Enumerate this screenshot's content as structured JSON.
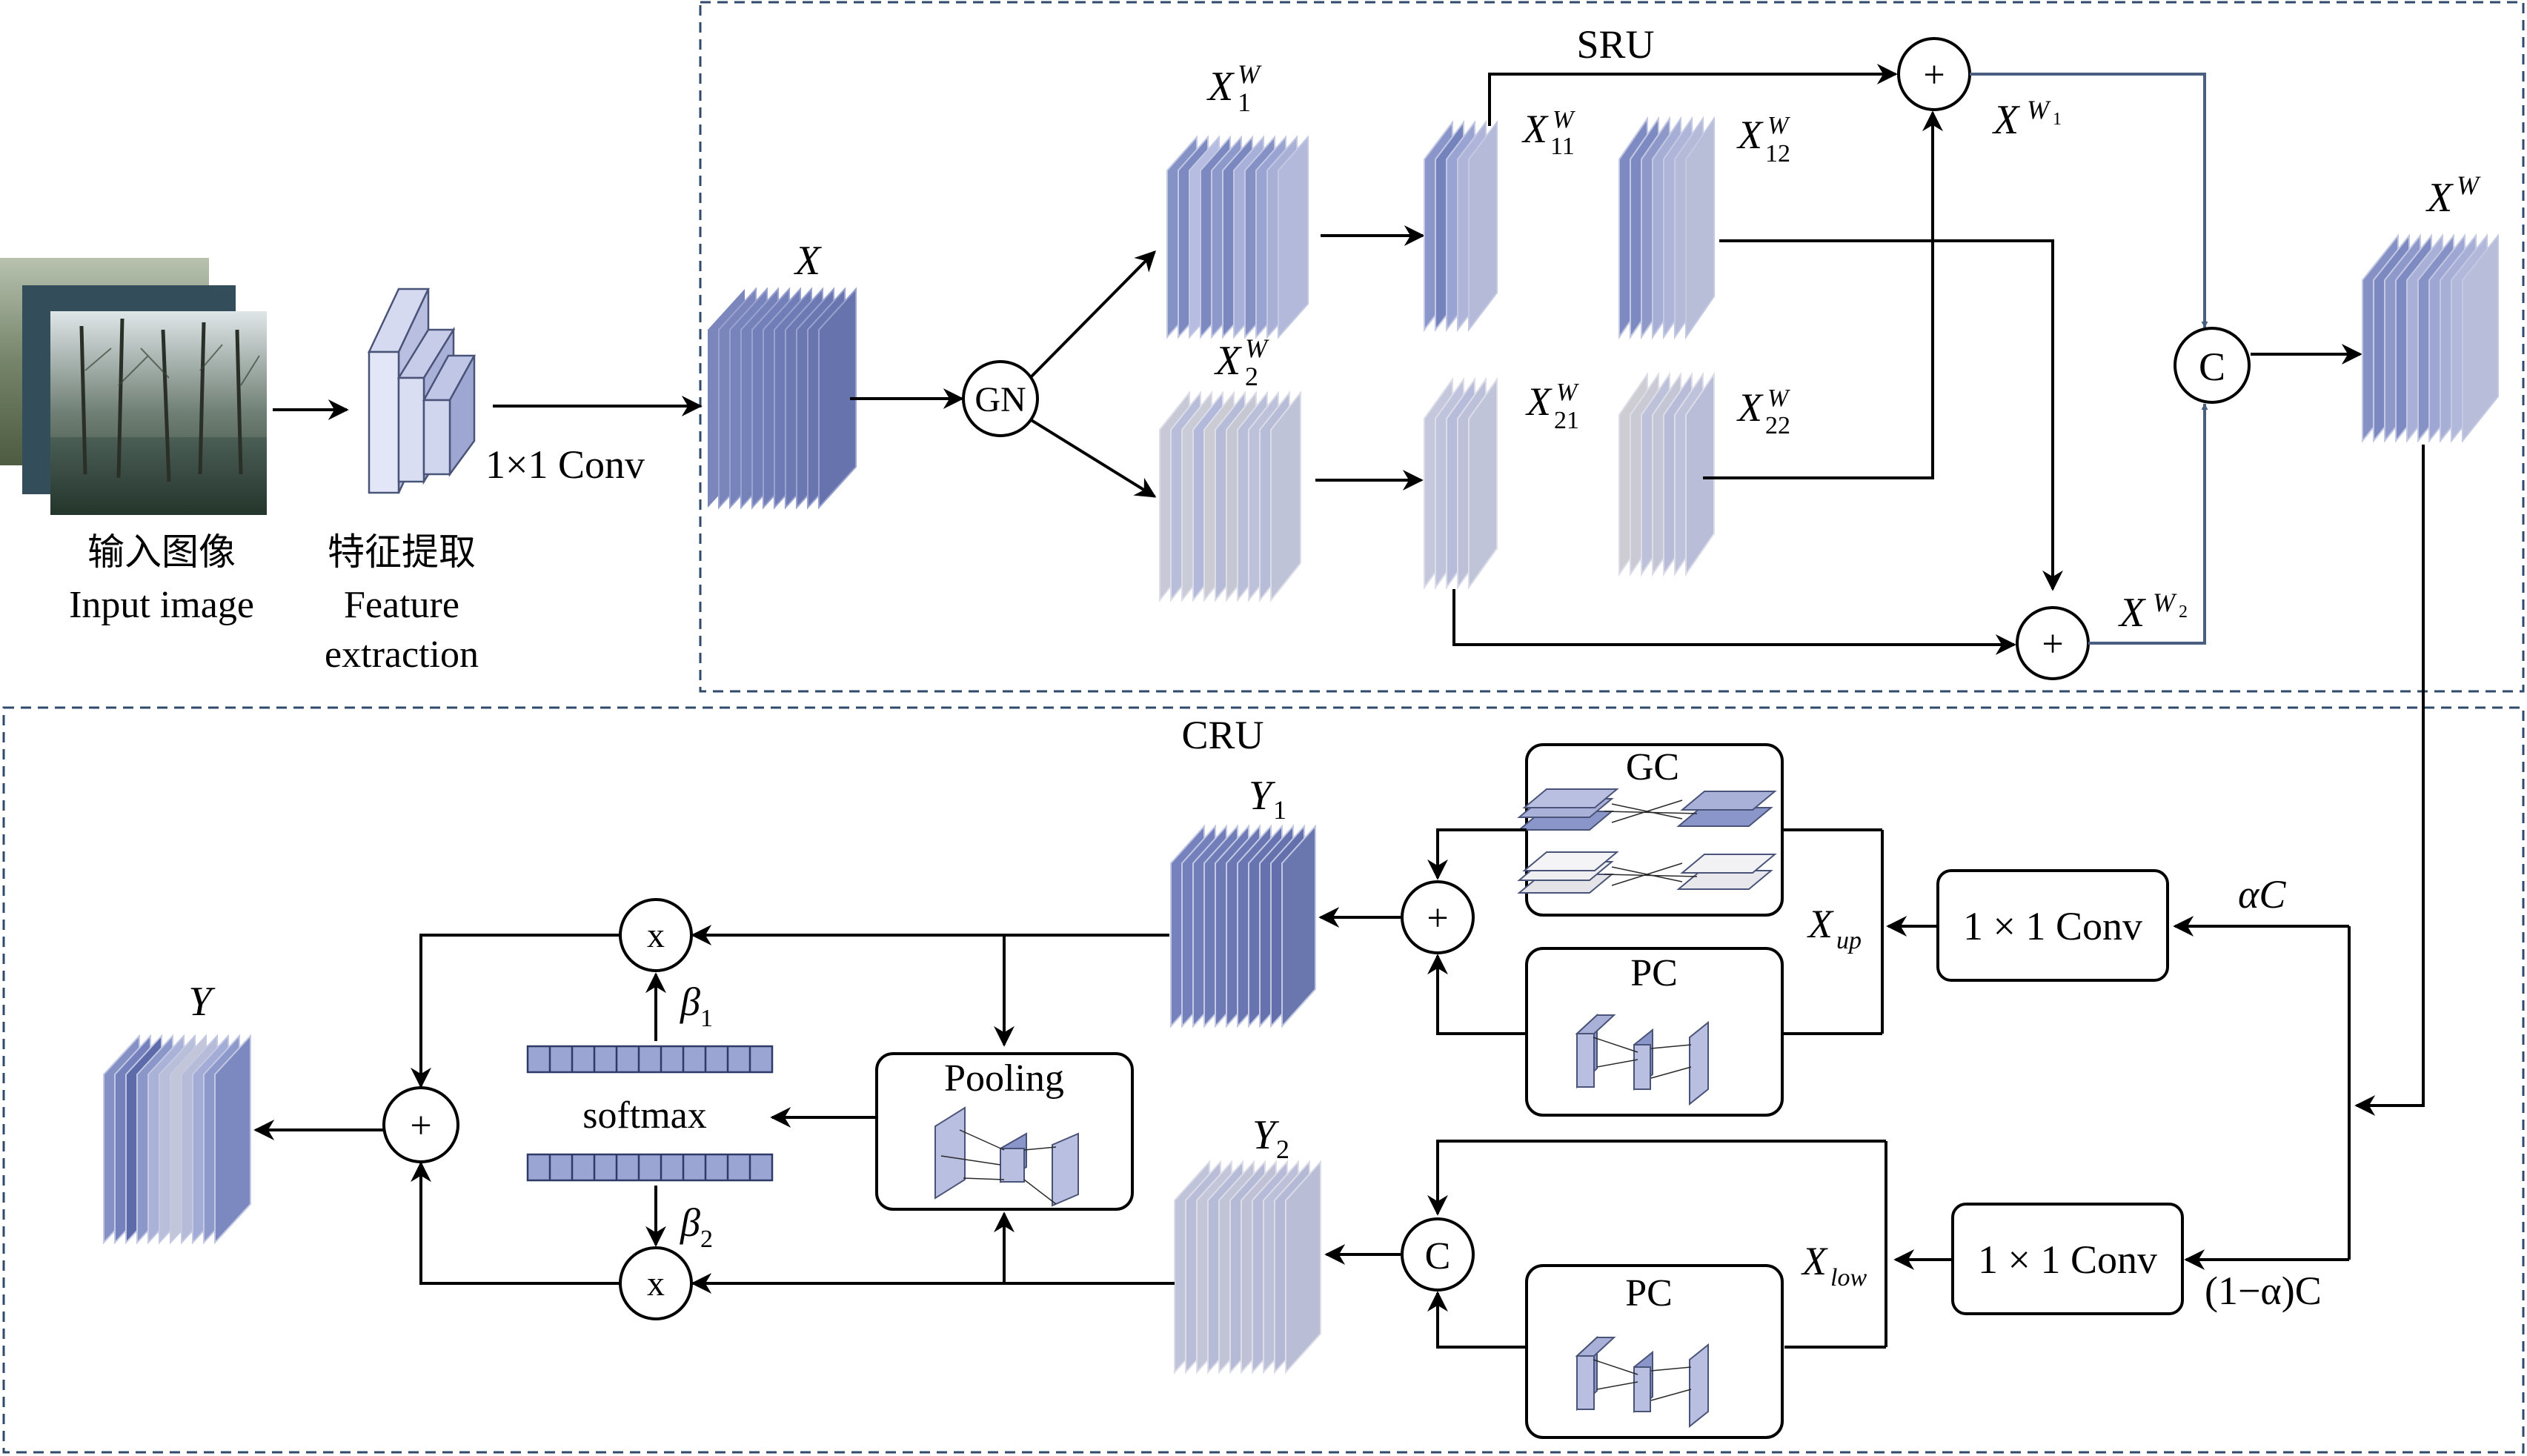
{
  "input": {
    "cn_label": "输入图像",
    "en_label": "Input image"
  },
  "feature": {
    "cn_label": "特征提取",
    "en_label_1": "Feature",
    "en_label_2": "extraction",
    "conv_label": "1×1 Conv"
  },
  "sru": {
    "title": "SRU",
    "x_label": "X",
    "gn_label": "GN",
    "x1w_label": "X",
    "x1w_sup": "W",
    "x1w_sub": "1",
    "x2w_label": "X",
    "x2w_sup": "W",
    "x2w_sub": "2",
    "x11_label": "X",
    "x11_sup": "W",
    "x11_sub": "11",
    "x12_label": "X",
    "x12_sup": "W",
    "x12_sub": "12",
    "x21_label": "X",
    "x21_sup": "W",
    "x21_sub": "21",
    "x22_label": "X",
    "x22_sup": "W",
    "x22_sub": "22",
    "plus_symbol": "+",
    "xw1_label": "X",
    "xw1_sup": "W",
    "xw1_sup_sub": "1",
    "xw2_label": "X",
    "xw2_sup": "W",
    "xw2_sup_sub": "2",
    "concat_symbol": "C",
    "xw_label": "X",
    "xw_sup": "W"
  },
  "cru": {
    "title": "CRU",
    "gc_label": "GC",
    "pc_label": "PC",
    "pc_label_2": "PC",
    "conv_up_label": "1 × 1 Conv",
    "conv_low_label": "1 × 1 Conv",
    "alpha_c_label": "αC",
    "one_minus_alpha_label": "(1−α)C",
    "xup_label": "X",
    "xup_sub": "up",
    "xlow_label": "X",
    "xlow_sub": "low",
    "y1_label": "Y",
    "y1_sub": "1",
    "y2_label": "Y",
    "y2_sub": "2",
    "pooling_label": "Pooling",
    "softmax_label": "softmax",
    "beta1_label": "β",
    "beta1_sub": "1",
    "beta2_label": "β",
    "beta2_sub": "2",
    "mult_symbol": "x",
    "plus_symbol": "+",
    "concat_symbol": "C",
    "y_label": "Y"
  },
  "colors": {
    "dashed_border": "#2f4a6b",
    "blue_dark": "#6b78b0",
    "blue_mid": "#8b96c8",
    "blue_light": "#b8bfe0",
    "gray_light": "#c8c8d2",
    "gray_mid": "#a9adbf",
    "arrow": "#000000",
    "connector_blue": "#4a5f80"
  }
}
